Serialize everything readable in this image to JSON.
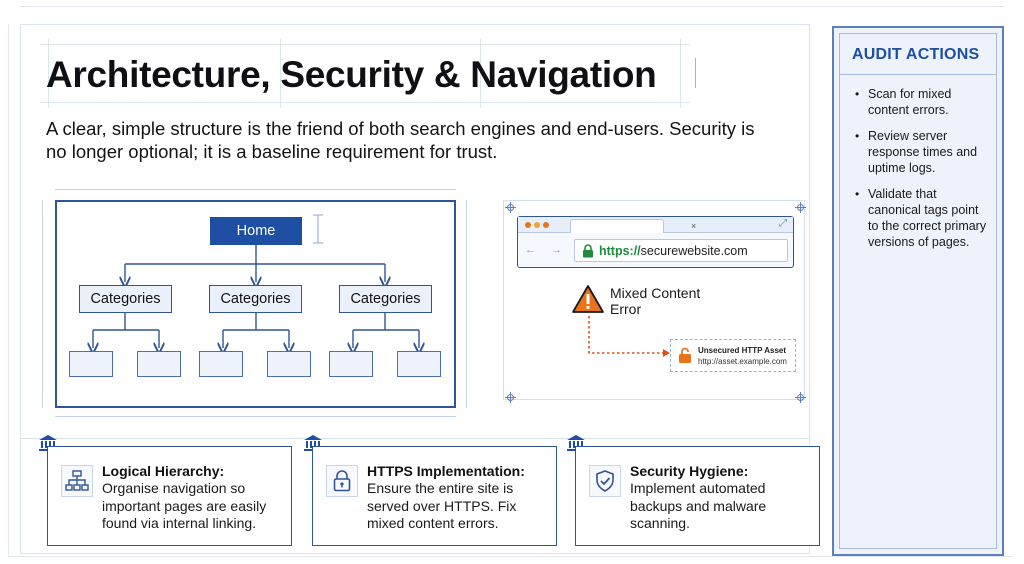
{
  "title": "Architecture, Security & Navigation",
  "subtitle": "A clear, simple structure is the friend of both search engines and end-users. Security is no longer optional; it is a baseline requirement for trust.",
  "hierarchy": {
    "root": "Home",
    "categories": [
      "Categories",
      "Categories",
      "Categories"
    ]
  },
  "browser": {
    "url_scheme": "https://",
    "url_host": "securewebsite.com",
    "nav_icons": "← → C",
    "warning": "Mixed Content Error",
    "asset_title": "Unsecured HTTP Asset",
    "asset_url": "http://asset.example.com"
  },
  "cards": [
    {
      "title": "Logical Hierarchy:",
      "body": "Organise navigation so important pages are easily found via internal linking.",
      "icon": "sitemap-icon"
    },
    {
      "title": "HTTPS Implementation:",
      "body": "Ensure the entire site is served over HTTPS. Fix mixed content errors.",
      "icon": "lock-icon"
    },
    {
      "title": "Security Hygiene:",
      "body": "Implement automated backups and malware scanning.",
      "icon": "shield-check-icon"
    }
  ],
  "audit": {
    "title": "AUDIT ACTIONS",
    "items": [
      "Scan for mixed content errors.",
      "Review server response times and uptime logs.",
      "Validate that canonical tags point to the correct primary versions of pages."
    ]
  },
  "colors": {
    "primary": "#1f4fa3",
    "border": "#2f5597",
    "https_green": "#1e8a3c",
    "warning_orange": "#e8731a",
    "panel_bg": "#eef3fb"
  }
}
